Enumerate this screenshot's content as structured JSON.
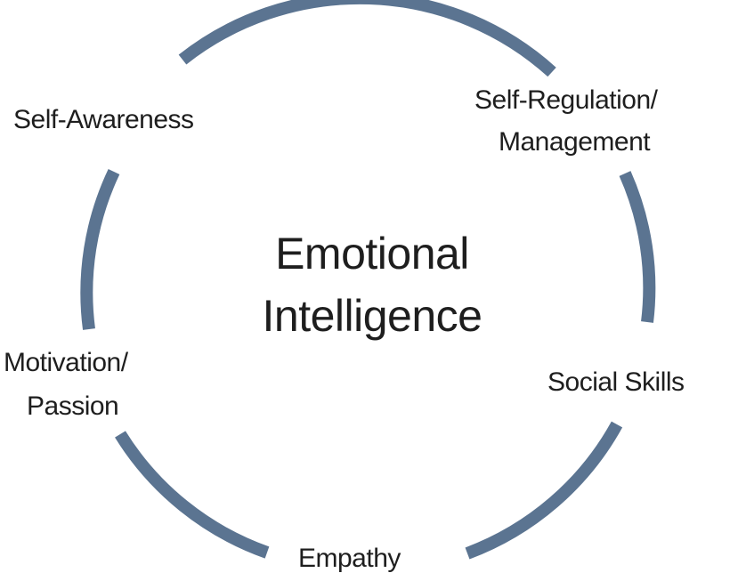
{
  "center": {
    "line1": "Emotional",
    "line2": "Intelligence"
  },
  "labels": {
    "self_awareness": "Self-Awareness",
    "self_regulation_line1": "Self-Regulation/",
    "self_regulation_line2": "Management",
    "social_skills": "Social Skills",
    "empathy": "Empathy",
    "motivation_line1": "Motivation/",
    "motivation_line2": "Passion"
  },
  "colors": {
    "ring": "#5b7491",
    "text": "#1e1e1e"
  }
}
